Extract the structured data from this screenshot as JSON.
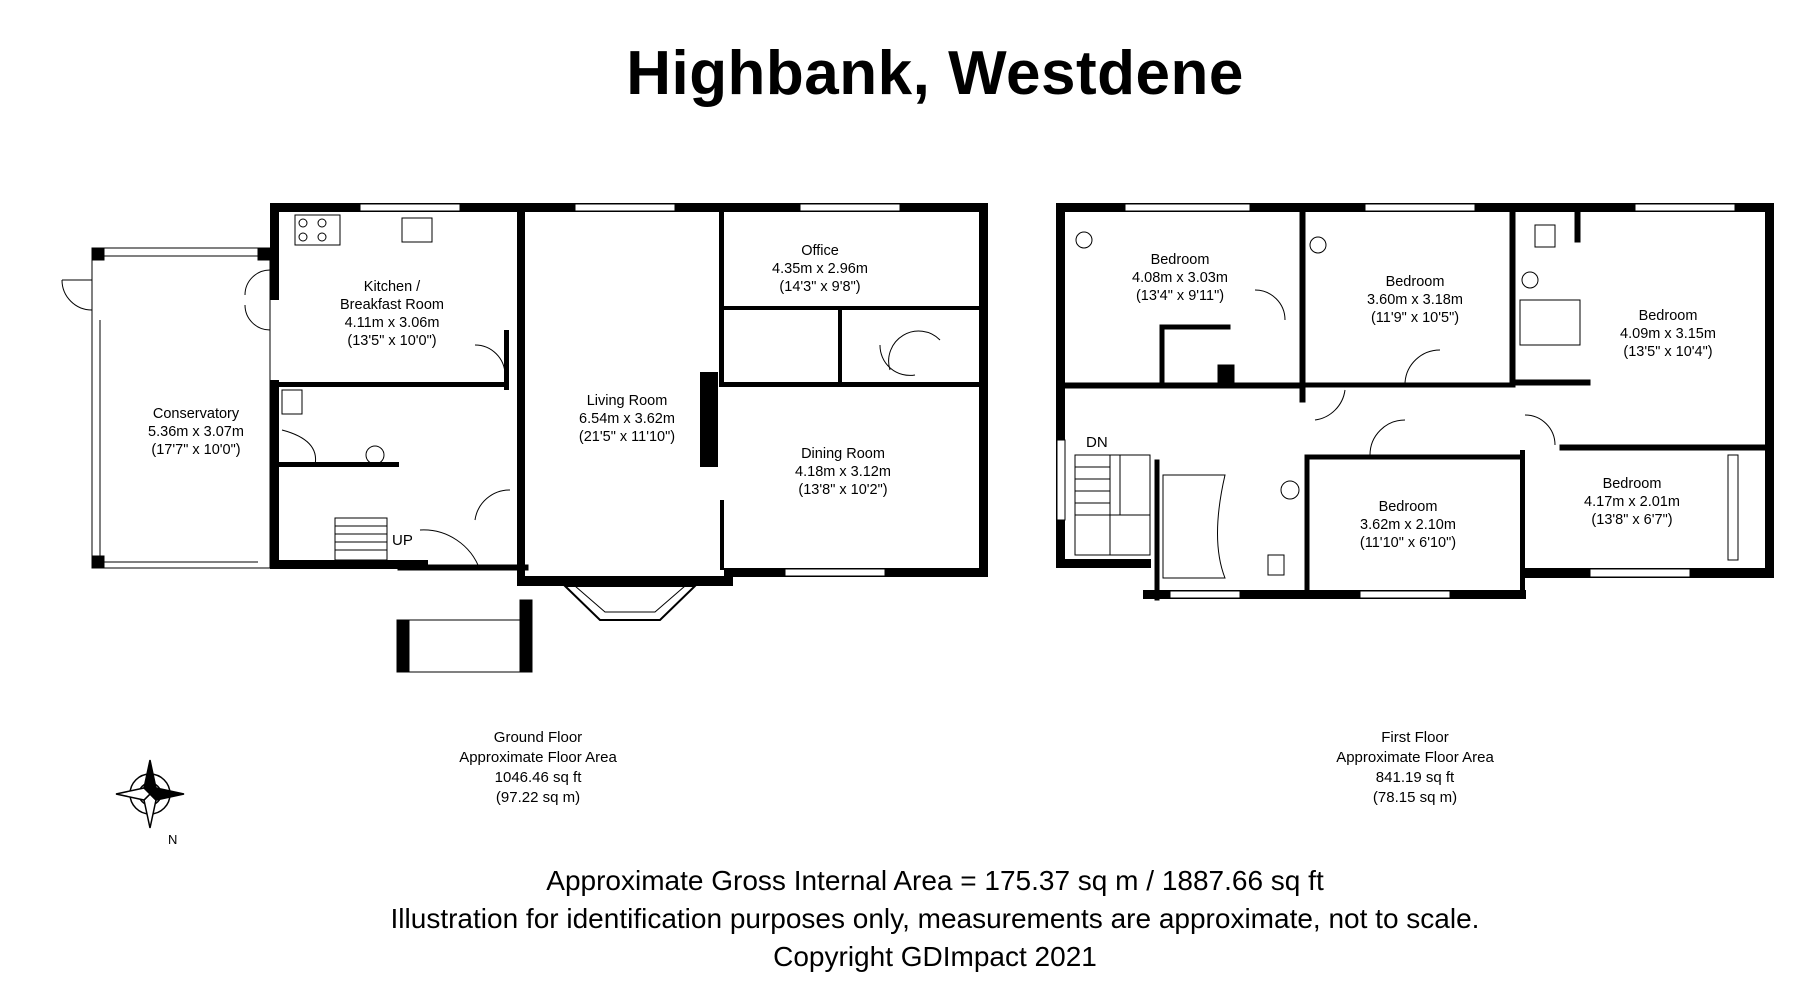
{
  "title": "Highbank, Westdene",
  "ground_floor": {
    "rooms": [
      {
        "id": "conservatory",
        "name": "Conservatory",
        "metric": "5.36m x 3.07m",
        "imperial": "(17'7\" x 10'0\")"
      },
      {
        "id": "kitchen",
        "name": "Kitchen /",
        "name2": "Breakfast Room",
        "metric": "4.11m x 3.06m",
        "imperial": "(13'5\" x 10'0\")"
      },
      {
        "id": "living",
        "name": "Living Room",
        "metric": "6.54m x 3.62m",
        "imperial": "(21'5\" x 11'10\")"
      },
      {
        "id": "office",
        "name": "Office",
        "metric": "4.35m x 2.96m",
        "imperial": "(14'3\" x 9'8\")"
      },
      {
        "id": "dining",
        "name": "Dining Room",
        "metric": "4.18m x 3.12m",
        "imperial": "(13'8\" x 10'2\")"
      }
    ],
    "stairs_label": "UP",
    "info": {
      "floor": "Ground Floor",
      "area_label": "Approximate Floor Area",
      "sqft": "1046.46 sq ft",
      "sqm": "(97.22 sq m)"
    }
  },
  "first_floor": {
    "rooms": [
      {
        "id": "bed1",
        "name": "Bedroom",
        "metric": "4.08m x 3.03m",
        "imperial": "(13'4\" x 9'11\")"
      },
      {
        "id": "bed2",
        "name": "Bedroom",
        "metric": "3.60m x 3.18m",
        "imperial": "(11'9\" x 10'5\")"
      },
      {
        "id": "bed3",
        "name": "Bedroom",
        "metric": "4.09m x 3.15m",
        "imperial": "(13'5\" x 10'4\")"
      },
      {
        "id": "bed4",
        "name": "Bedroom",
        "metric": "3.62m x 2.10m",
        "imperial": "(11'10\" x 6'10\")"
      },
      {
        "id": "bed5",
        "name": "Bedroom",
        "metric": "4.17m x 2.01m",
        "imperial": "(13'8\" x 6'7\")"
      }
    ],
    "stairs_label": "DN",
    "info": {
      "floor": "First Floor",
      "area_label": "Approximate Floor Area",
      "sqft": "841.19 sq ft",
      "sqm": "(78.15 sq m)"
    }
  },
  "compass": {
    "north_label": "N"
  },
  "footer": {
    "line1": "Approximate Gross Internal Area = 175.37 sq m / 1887.66 sq ft",
    "line2": "Illustration for identification purposes only, measurements are approximate, not to scale.",
    "line3": "Copyright GDImpact 2021"
  }
}
